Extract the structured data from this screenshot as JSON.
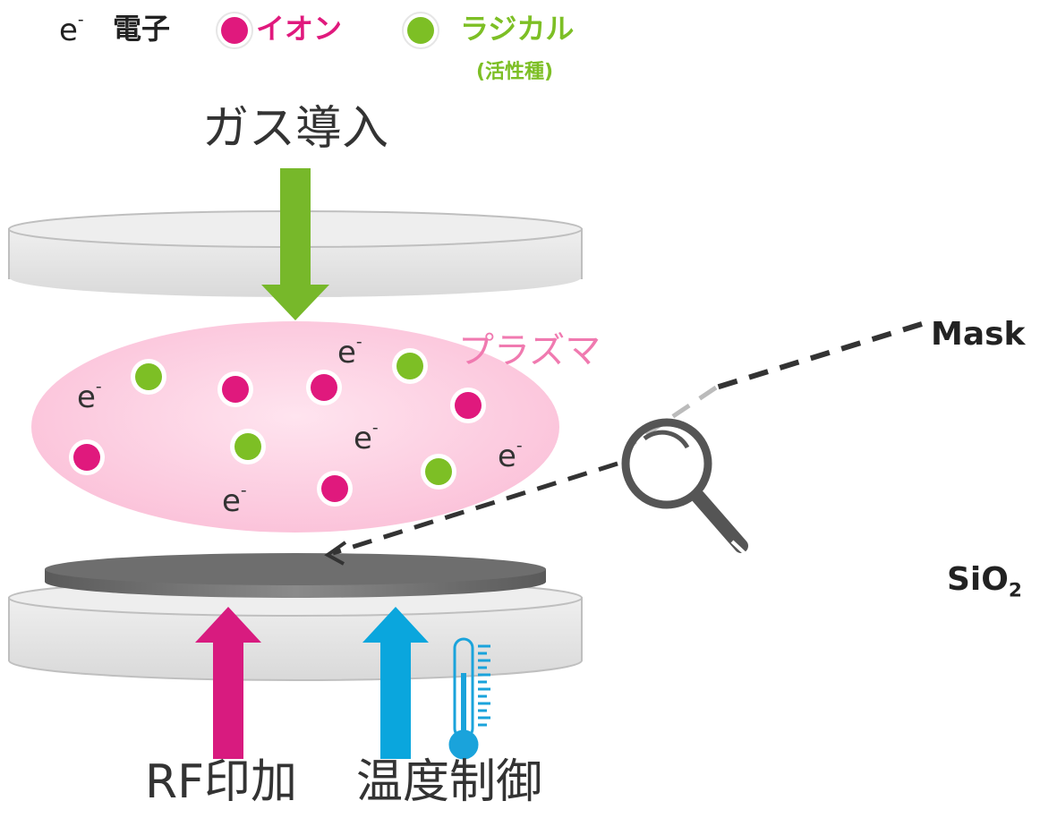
{
  "legend": {
    "electron_symbol": "e",
    "electron_sup": "-",
    "electron_label": "電子",
    "ion_label": "イオン",
    "radical_label": "ラジカル",
    "radical_sub": "(活性種)"
  },
  "labels": {
    "gas_inlet": "ガス導入",
    "plasma": "プラズマ",
    "rf_power": "RF印加",
    "temperature_control": "温度制御",
    "mask": "Mask",
    "sio2_main": "SiO",
    "sio2_sub": "2"
  },
  "electron": {
    "symbol": "e",
    "sup": "-"
  },
  "colors": {
    "ion": "#e0197d",
    "radical": "#7dbf25",
    "gas_arrow": "#77b82a",
    "rf_arrow": "#d81b7f",
    "temp_arrow": "#0aa6dd",
    "plasma": "#fbc6dd",
    "electrode": "#e4e4e4",
    "wafer": "#707070"
  },
  "icons": {
    "magnifier": "magnifier-icon",
    "thermometer": "thermometer-icon"
  }
}
